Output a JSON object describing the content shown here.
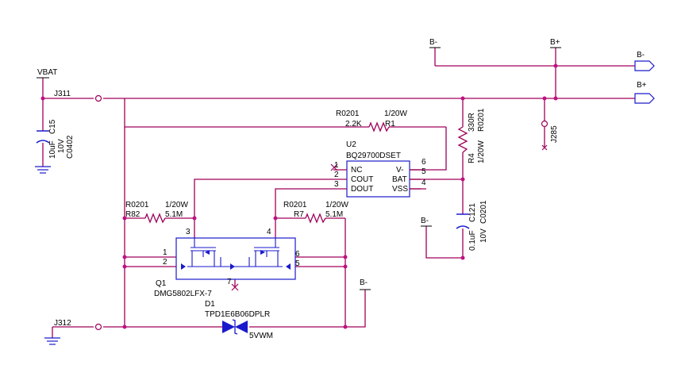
{
  "nets": {
    "vbat": "VBAT",
    "bminus_top": "B-",
    "bplus_top": "B+",
    "bminus_c121": "B-",
    "bminus_bottom": "B-"
  },
  "ports": {
    "bminus": "B-",
    "bplus": "B+"
  },
  "connectors": {
    "j311": "J311",
    "j312": "J312",
    "j285": "J285"
  },
  "c15": {
    "ref": "C15",
    "value": "10uF",
    "voltage": "10V",
    "footprint": "C0402"
  },
  "c121": {
    "ref": "C121",
    "value": "0.1uF",
    "voltage": "10V",
    "footprint": "C0201"
  },
  "r1": {
    "ref": "R1",
    "value": "2.2K",
    "power": "1/20W",
    "footprint": "R0201"
  },
  "r4": {
    "ref": "R4",
    "value": "330R",
    "power": "1/20W",
    "footprint": "R0201"
  },
  "r82": {
    "ref": "R82",
    "value": "5.1M",
    "power": "1/20W",
    "footprint": "R0201"
  },
  "r7": {
    "ref": "R7",
    "value": "5.1M",
    "power": "1/20W",
    "footprint": "R0201"
  },
  "u2": {
    "ref": "U2",
    "part": "BQ29700DSET",
    "pins_left": [
      {
        "num": "1",
        "name": "NC"
      },
      {
        "num": "2",
        "name": "COUT"
      },
      {
        "num": "3",
        "name": "DOUT"
      }
    ],
    "pins_right": [
      {
        "num": "6",
        "name": "V-"
      },
      {
        "num": "5",
        "name": "BAT"
      },
      {
        "num": "4",
        "name": "VSS"
      }
    ]
  },
  "q1": {
    "ref": "Q1",
    "part": "DMG5802LFX-7",
    "pins": {
      "p1": "1",
      "p2": "2",
      "p3": "3",
      "p4": "4",
      "p5": "5",
      "p6": "6",
      "p7": "7"
    }
  },
  "d1": {
    "ref": "D1",
    "part": "TPD1E6B06DPLR",
    "rating": "5VWM"
  },
  "colors": {
    "wire": "#a0005a",
    "component": "#1a1acc",
    "junction": "#c01080"
  }
}
